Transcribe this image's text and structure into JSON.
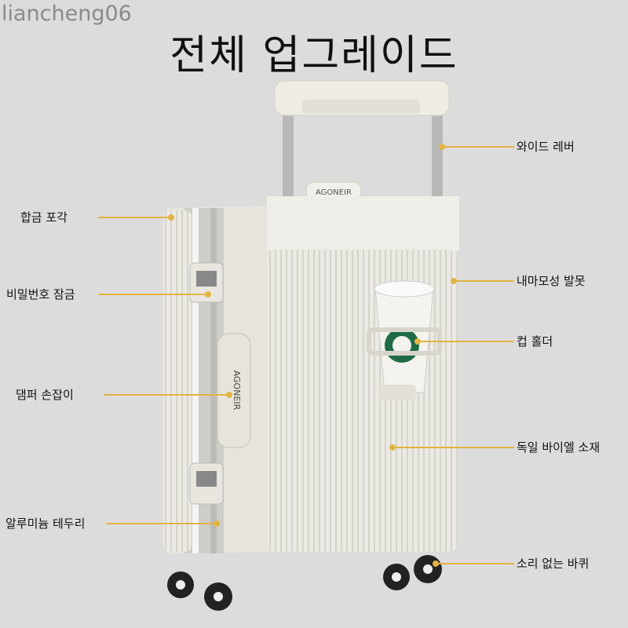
{
  "watermark": "liancheng06",
  "title": "전체 업그레이드",
  "brand_text": "AGONEIR",
  "callout_color": "#e2b445",
  "callouts_left": [
    {
      "label": "합금 포각"
    },
    {
      "label": "비밀번호 잠금"
    },
    {
      "label": "댐퍼 손잡이"
    },
    {
      "label": "알루미늄 테두리"
    }
  ],
  "callouts_right": [
    {
      "label": "와이드 레버"
    },
    {
      "label": "내마모성 발못"
    },
    {
      "label": "컵 홀더"
    },
    {
      "label": "독일 바이엘 소재"
    },
    {
      "label": "소리 없는 바퀴"
    }
  ]
}
